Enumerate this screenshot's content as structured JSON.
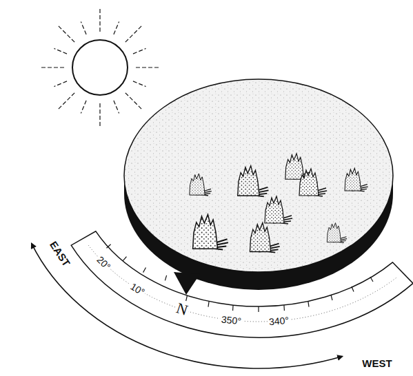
{
  "diagram": {
    "labels": [
      "EAST",
      "20°",
      "10°",
      "N",
      "350°",
      "340°",
      "WEST"
    ]
  }
}
